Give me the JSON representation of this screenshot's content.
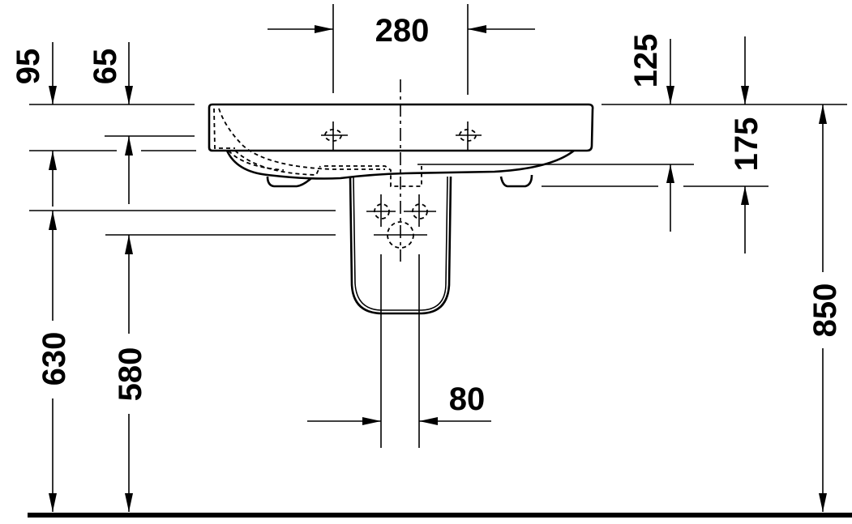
{
  "drawing": {
    "title": "Wall-mounted washbasin with semi-pedestal – front elevation",
    "units": "mm",
    "colors": {
      "line": "#000000",
      "background": "#ffffff"
    }
  },
  "dimensions": {
    "tap_hole_spacing": {
      "label": "280",
      "value": 280,
      "orientation": "horizontal"
    },
    "left_offset_95": {
      "label": "95",
      "value": 95,
      "orientation": "vertical"
    },
    "left_offset_65": {
      "label": "65",
      "value": 65,
      "orientation": "vertical"
    },
    "right_offset_125": {
      "label": "125",
      "value": 125,
      "orientation": "vertical"
    },
    "right_offset_175": {
      "label": "175",
      "value": 175,
      "orientation": "vertical"
    },
    "height_630": {
      "label": "630",
      "value": 630,
      "orientation": "vertical"
    },
    "height_580": {
      "label": "580",
      "value": 580,
      "orientation": "vertical"
    },
    "height_850": {
      "label": "850",
      "value": 850,
      "orientation": "vertical"
    },
    "drain_width_80": {
      "label": "80",
      "value": 80,
      "orientation": "horizontal"
    }
  },
  "components": [
    {
      "name": "basin",
      "description": "Washbasin body with overflow channel (dashed)"
    },
    {
      "name": "tap-hole-left",
      "description": "Left tap hole marker"
    },
    {
      "name": "tap-hole-right",
      "description": "Right tap hole marker"
    },
    {
      "name": "semi-pedestal",
      "description": "Semi-pedestal with supply and waste connections"
    },
    {
      "name": "floor-line",
      "description": "Finished floor level"
    }
  ]
}
